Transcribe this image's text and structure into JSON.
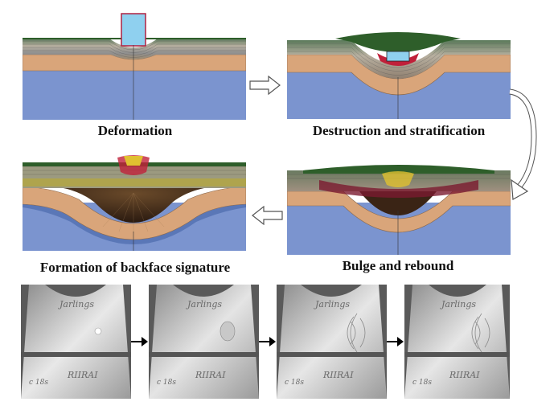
{
  "captions": {
    "deformation": "Deformation",
    "destruction": "Destruction and stratification",
    "backface": "Formation of backface signature",
    "bulge": "Bulge and rebound"
  },
  "photos": [
    {
      "top_text": "Jarlings",
      "bottom_text": "RIIRAI",
      "corner_text": "c 18s"
    },
    {
      "top_text": "Jarlings",
      "bottom_text": "RIIRAI",
      "corner_text": "c 18s"
    },
    {
      "top_text": "Jarlings",
      "bottom_text": "RIIRAI",
      "corner_text": "c 18s"
    },
    {
      "top_text": "Jarlings",
      "bottom_text": "RIIRAI",
      "corner_text": "c 18s"
    }
  ],
  "colors": {
    "substrate": "#7b94cf",
    "backing_tan": "#d9a57a",
    "armor_layers": "#9c8f7c",
    "armor_green": "#2e5e2a",
    "projectile": "#8fd0ef",
    "dark_core": "#3a2415"
  }
}
